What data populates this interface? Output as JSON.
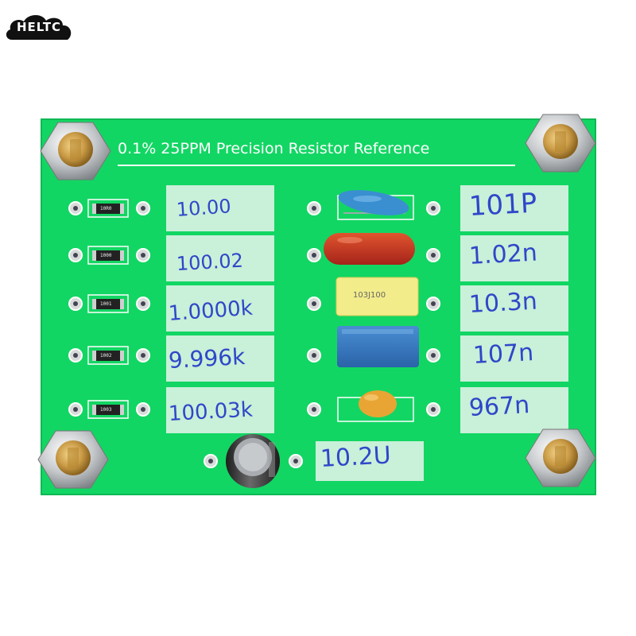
{
  "logo": {
    "text": "HELTC"
  },
  "board": {
    "title": "0.1% 25PPM Precision Resistor Reference",
    "colors": {
      "pcb": "#12d663",
      "silkscreen": "#ffffff",
      "ink": "#2f47c9"
    }
  },
  "resistors": [
    {
      "marking": "10R0",
      "handwritten": "10.00"
    },
    {
      "marking": "1000",
      "handwritten": "100.02"
    },
    {
      "marking": "1001",
      "handwritten": "1.0000k"
    },
    {
      "marking": "1002",
      "handwritten": "9.996k"
    },
    {
      "marking": "1003",
      "handwritten": "100.03k"
    }
  ],
  "capacitors": [
    {
      "type": "blue-ceramic",
      "handwritten": "101P"
    },
    {
      "type": "red-film",
      "handwritten": "1.02n"
    },
    {
      "type": "yellow-box",
      "marking": "103J100",
      "handwritten": "10.3n"
    },
    {
      "type": "blue-box",
      "handwritten": "107n"
    },
    {
      "type": "orange-ceramic",
      "handwritten": "967n"
    }
  ],
  "electrolytic": {
    "handwritten": "10.2U"
  }
}
